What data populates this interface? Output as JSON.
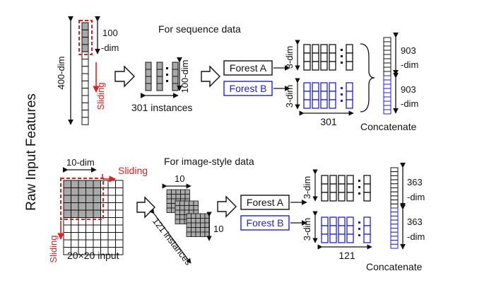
{
  "side_label": "Raw Input Features",
  "top": {
    "title": "For sequence data",
    "dims": [
      "100",
      "-dim"
    ],
    "full_dim": "400-dim",
    "sliding": "Sliding",
    "instances_dim": "100-dim",
    "instances": "301 instances",
    "forest_a": "Forest A",
    "forest_b": "Forest B",
    "class_dim_a": "3-dim",
    "class_dim_b": "3-dim",
    "count": "301",
    "concat": "Concatenate",
    "out_a": [
      "903",
      "-dim"
    ],
    "out_b": [
      "903",
      "-dim"
    ]
  },
  "bottom": {
    "title": "For image-style data",
    "window_dim": "10-dim",
    "sliding_h": "Sliding",
    "sliding_v": "Sliding",
    "input": "20×20 input",
    "patch_w": "10",
    "patch_h": "10",
    "instances": "121 instances",
    "forest_a": "Forest A",
    "forest_b": "Forest B",
    "class_dim_a": "3-dim",
    "class_dim_b": "3-dim",
    "count": "121",
    "concat": "Concatenate",
    "out_a": [
      "363",
      "-dim"
    ],
    "out_b": [
      "363",
      "-dim"
    ]
  }
}
